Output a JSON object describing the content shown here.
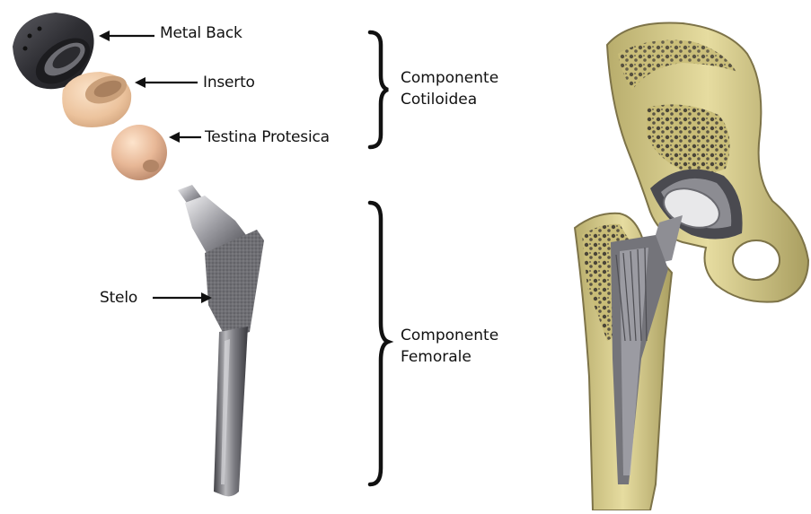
{
  "labels": {
    "metal_back": "Metal Back",
    "inserto": "Inserto",
    "testina": "Testina Protesica",
    "stelo": "Stelo"
  },
  "groups": {
    "cotiloidea": {
      "line1": "Componente",
      "line2": "Cotiloidea"
    },
    "femorale": {
      "line1": "Componente",
      "line2": "Femorale"
    }
  },
  "colors": {
    "metal_dark": "#3b3b40",
    "insert_beige": "#efc9a4",
    "head_ceramic": "#e8b897",
    "stem_gray": "#8a8a8e",
    "bone_yellow": "#d9cf8c",
    "text": "#111111"
  }
}
